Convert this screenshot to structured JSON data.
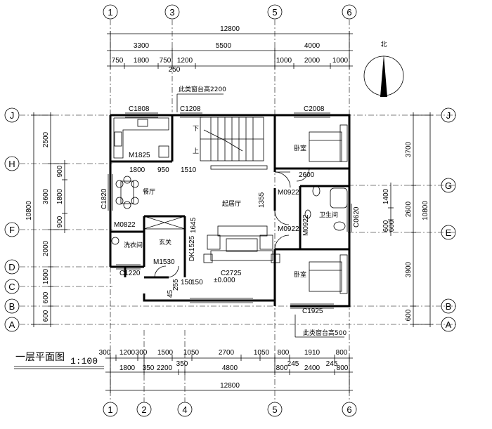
{
  "title": {
    "main": "一层平面图",
    "scale": "1:100"
  },
  "north": {
    "label": "北"
  },
  "axes": {
    "top": [
      "1",
      "3",
      "5",
      "6"
    ],
    "bottom": [
      "1",
      "2",
      "4",
      "5",
      "6"
    ],
    "left": [
      "J",
      "H",
      "F",
      "D",
      "C",
      "B",
      "A"
    ],
    "right": [
      "J",
      "G",
      "E",
      "B",
      "A"
    ]
  },
  "dims": {
    "top_total": "12800",
    "top_row2": [
      "3300",
      "5500",
      "4000"
    ],
    "top_row3": [
      "750",
      "1800",
      "750",
      "1200",
      "1000",
      "2000",
      "1000"
    ],
    "top_small": "250",
    "bottom_row1": [
      "300",
      "1200",
      "300",
      "1500",
      "1050",
      "2700",
      "1050",
      "800",
      "1910",
      "800"
    ],
    "bottom_row2": [
      "1800",
      "350",
      "2200",
      "350",
      "4800",
      "800",
      "245",
      "2400",
      "245",
      "800"
    ],
    "bottom_total": "12800",
    "left_outer": "10800",
    "left_segments": [
      "2500",
      "3600",
      "2000",
      "1500",
      "600",
      "600"
    ],
    "left_inner": [
      "900",
      "1800",
      "900"
    ],
    "right_outer": "10800",
    "right_segments": [
      "3700",
      "2600",
      "3900",
      "600"
    ],
    "right_inner": [
      "1400",
      "600",
      "600"
    ]
  },
  "notes": {
    "sill_top": "此类窗台高2200",
    "sill_bottom": "此类窗台高500"
  },
  "openings": [
    "C1808",
    "C1208",
    "C2008",
    "M1825",
    "1800",
    "950",
    "1510",
    "2600",
    "M0922",
    "M0922",
    "M0922",
    "C1820",
    "1355",
    "M0822",
    "1645",
    "DK1525",
    "C0620",
    "C1220",
    "M1530",
    "C2725",
    "±0.000",
    "150",
    "45",
    "255",
    "150",
    "C1925"
  ],
  "rooms": {
    "bedroom1": "卧室",
    "bedroom2": "卧室",
    "dining": "餐厅",
    "living": "起居厅",
    "laundry": "洗衣间",
    "foyer": "玄关",
    "bath": "卫生间",
    "stair_down": "下",
    "stair_up": "上"
  }
}
